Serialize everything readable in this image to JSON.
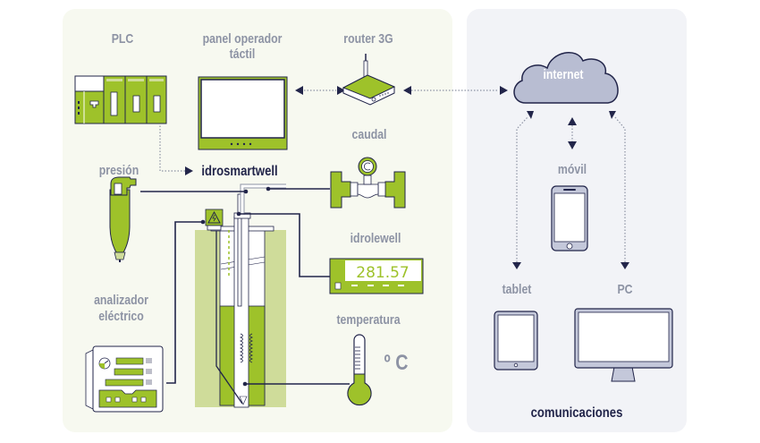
{
  "colors": {
    "green": "#9ec22a",
    "light_green": "#cfdc9a",
    "navy": "#22254a",
    "gray_label": "#8d93a4",
    "cloud_fill": "#b8bdd2",
    "device_fill": "#c4c8da",
    "left_panel_bg": "#f7f9f0",
    "right_panel_bg": "#f2f3f7"
  },
  "left_section": {
    "labels": {
      "plc": "PLC",
      "panel_line1": "panel operador",
      "panel_line2": "táctil",
      "router": "router 3G",
      "caudal": "caudal",
      "presion": "presión",
      "idrosmartwell": "idrosmartwell",
      "idrolewell": "idrolewell",
      "analizador_line1": "analizador",
      "analizador_line2": "eléctrico",
      "temperatura": "temperatura",
      "temp_unit": "º C"
    },
    "idrolewell_readout": "281.57"
  },
  "right_section": {
    "labels": {
      "internet": "internet",
      "movil": "móvil",
      "tablet": "tablet",
      "pc": "PC",
      "comunicaciones": "comunicaciones"
    }
  }
}
